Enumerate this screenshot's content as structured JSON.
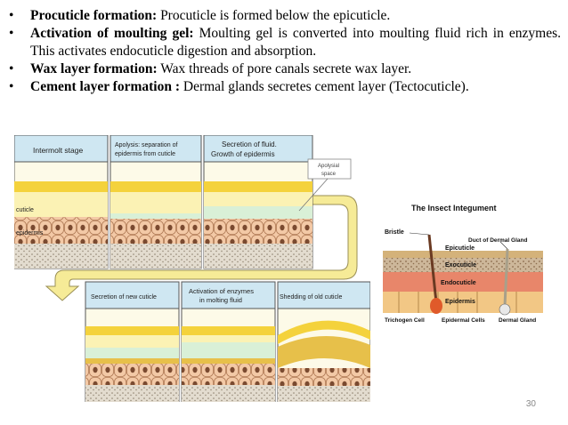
{
  "bullets": [
    {
      "term": "Procuticle formation:",
      "text": "Procuticle is formed below the epicuticle."
    },
    {
      "term": "Activation of moulting gel:",
      "text": "Moulting gel is converted into moulting fluid rich in enzymes. This activates endocuticle digestion and absorption."
    },
    {
      "term": "Wax layer formation:",
      "text": "Wax threads of pore canals secrete wax layer."
    },
    {
      "term": "Cement layer formation :",
      "text": "Dermal glands secretes cement layer (Tectocuticle)."
    }
  ],
  "diagram": {
    "stage1": "Intermolt stage",
    "stage2a": "Apolysis: separation of",
    "stage2b": "epidermis from cuticle",
    "stage3a": "Secretion of fluid.",
    "stage3b": "Growth of epidermis",
    "apolysial_a": "Apolysial",
    "apolysial_b": "space",
    "cuticle": "cuticle",
    "epidermis": "epidermis",
    "stage4": "Secretion of new cuticle",
    "stage5a": "Activation of enzymes",
    "stage5b": "in molting fluid",
    "stage6": "Shedding of old cuticle"
  },
  "integument": {
    "title": "The Insect Integument",
    "bristle": "Bristle",
    "duct": "Duct of Dermal Gland",
    "epicuticle": "Epicuticle",
    "exocuticle": "Exocuticle",
    "endocuticle": "Endocuticle",
    "epidermis": "Epidermis",
    "trichogen": "Trichogen Cell",
    "epidermal_cells": "Epidermal Cells",
    "dermal_gland": "Dermal Gland"
  },
  "slide_number": "30",
  "colors": {
    "header_blue": "#cfe7f2",
    "cuticle_yellow": "#f4d23c",
    "cuticle_pale": "#fbf2b4",
    "epidermis": "#f3c9a6",
    "fluid": "#d9f0d7",
    "arrow": "#f6eb97"
  }
}
